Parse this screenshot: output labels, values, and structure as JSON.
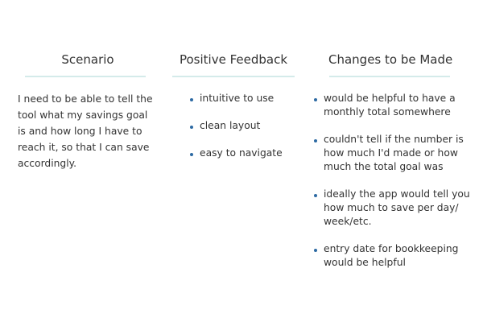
{
  "columns": {
    "scenario": {
      "heading": "Scenario",
      "text": "I need to be able to tell the tool what my savings goal is and how long I have to reach it, so that I can save accordingly."
    },
    "positive": {
      "heading": "Positive Feedback",
      "items": [
        "intuitive to use",
        "clean layout",
        "easy to navigate"
      ]
    },
    "changes": {
      "heading": "Changes to be Made",
      "items": [
        "would be helpful to have a monthly total somewhere",
        "couldn't tell if the number is how much I'd made or how much the total goal was",
        "ideally the app would tell you how much to save per day/ week/etc.",
        "entry date for bookkeeping would be helpful"
      ]
    }
  },
  "colors": {
    "rule": "#d4ebea",
    "bullet": "#2d6aa3",
    "text": "#333333"
  }
}
